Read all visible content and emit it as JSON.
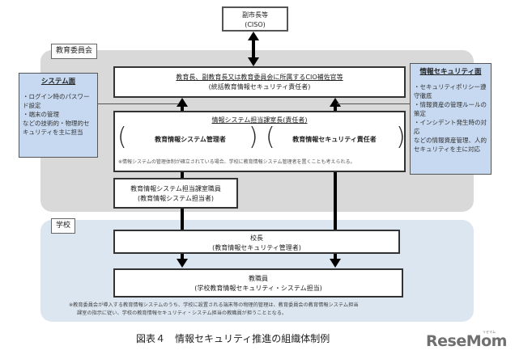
{
  "ciso": {
    "title": "副市長等",
    "subtitle": "(CISO)"
  },
  "board": {
    "label": "教育委員会",
    "top_box": {
      "title": "教育長、副教育長又は教育委員会に所属するCIO補佐官等",
      "subtitle": "(統括教育情報セキュリティ責任者)"
    },
    "middle_box": {
      "title": "情報システム担当課室長(責任者)",
      "left_role": "教育情報システム管理者",
      "right_role": "教育情報セキュリティ責任者",
      "note": "※情報システムの管理体制が確立されている場合、学校に教育情報システム管理者を置くことも考えられる。"
    },
    "staff_box": {
      "title": "教育情報システム担当課室職員",
      "subtitle": "(教育情報システム担当者)"
    }
  },
  "system_panel": {
    "title": "システム面",
    "items": [
      "・ログイン時のパスワード設定",
      "・端末の管理",
      "などの技術的・物理的セキュリティを主に担当"
    ]
  },
  "security_panel": {
    "title": "情報セキュリティ面",
    "items": [
      "・セキュリティポリシー遵守徹底",
      "・情報資産の管理ルールの策定",
      "・インシデント発生時の対応",
      "などの情報資産管理、人的セキュリティを主に対応"
    ]
  },
  "school": {
    "label": "学校",
    "principal_box": {
      "title": "校長",
      "subtitle": "(教育情報セキュリティ管理者)"
    },
    "teacher_box": {
      "title": "教職員",
      "subtitle": "(学校教育情報セキュリティ・システム担当)"
    },
    "note_line1": "※教育委員会が導入する教育情報システムのうち、学校に設置される端末等の物理的管理は、教育委員会の教育情報システム担当",
    "note_line2": "課室の指示に従い、学校の教育情報セキュリティ・システム担当の教職員が担うこととなる。"
  },
  "caption": "図表４　情報セキュリティ推進の組織体制例",
  "logo": {
    "text": "ReseMom",
    "sub": "リセマム"
  }
}
